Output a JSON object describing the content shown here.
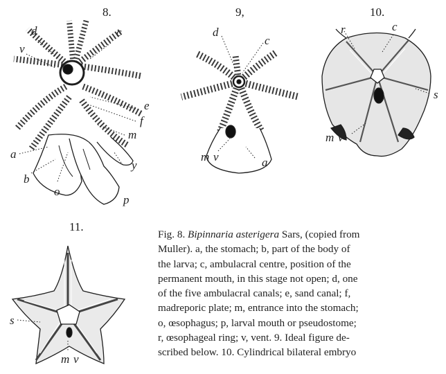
{
  "figures": [
    {
      "number": "8.",
      "labels": [
        "d",
        "c",
        "v",
        "e",
        "f",
        "m",
        "a",
        "b",
        "o",
        "y",
        "p"
      ]
    },
    {
      "number": "9,",
      "labels": [
        "d",
        "c",
        "m",
        "v",
        "a"
      ]
    },
    {
      "number": "10.",
      "labels": [
        "r",
        "c",
        "s",
        "m",
        "v"
      ]
    },
    {
      "number": "11.",
      "labels": [
        "s",
        "m",
        "v"
      ]
    }
  ],
  "caption": {
    "lines": [
      "Fig. 8. Bipinnaria asterigera Sars, (copied from",
      "Muller). a, the stomach; b, part of the body of",
      "the larva; c, ambulacral centre, position of the",
      "permanent mouth, in this stage not open; d, one",
      "of the five ambulacral canals; e, sand canal; f,",
      "madreporic plate; m, entrance into the stomach;",
      "o, œsophagus; p, larval mouth or pseudostome;",
      "r, œsophageal ring; v, vent. 9. Ideal figure de-",
      "scribed below. 10. Cylindrical bilateral embryo"
    ]
  }
}
